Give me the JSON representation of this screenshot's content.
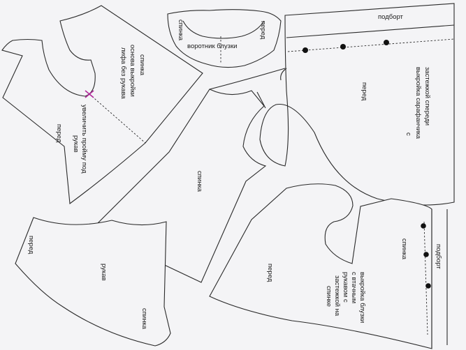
{
  "labels": {
    "bodice_back": "спинка",
    "bodice_base": "основа выкройки",
    "bodice_sleeveless": "лифа без рукава",
    "bodice_front": "перед",
    "armhole_note_1": "увеличить пройму под",
    "armhole_note_2": "рукав",
    "collar_left": "спинка",
    "collar_center": "воротник блузки",
    "collar_right": "перед",
    "facing_top": "подборт",
    "sarafan_front": "перед",
    "sarafan_title_1": "выкройка сарафанчика",
    "sarafan_title_2": "с",
    "sarafan_title_3": "застежкой спереди",
    "center_back": "спинка",
    "sleeve_front": "перед",
    "sleeve": "рукав",
    "sleeve_back": "спинка",
    "blouse_front": "перед",
    "blouse_back": "спинка",
    "blouse_facing": "подборт",
    "blouse_title_1": "выкройка блузки",
    "blouse_title_2": "с втачным",
    "blouse_title_3": "рукавом с",
    "blouse_title_4": "застежкой на",
    "blouse_title_5": "спинке"
  },
  "colors": {
    "paper": "#f4f4f6",
    "outline": "#2a2a2a",
    "button": "#111111",
    "marker": "#b0279a"
  }
}
